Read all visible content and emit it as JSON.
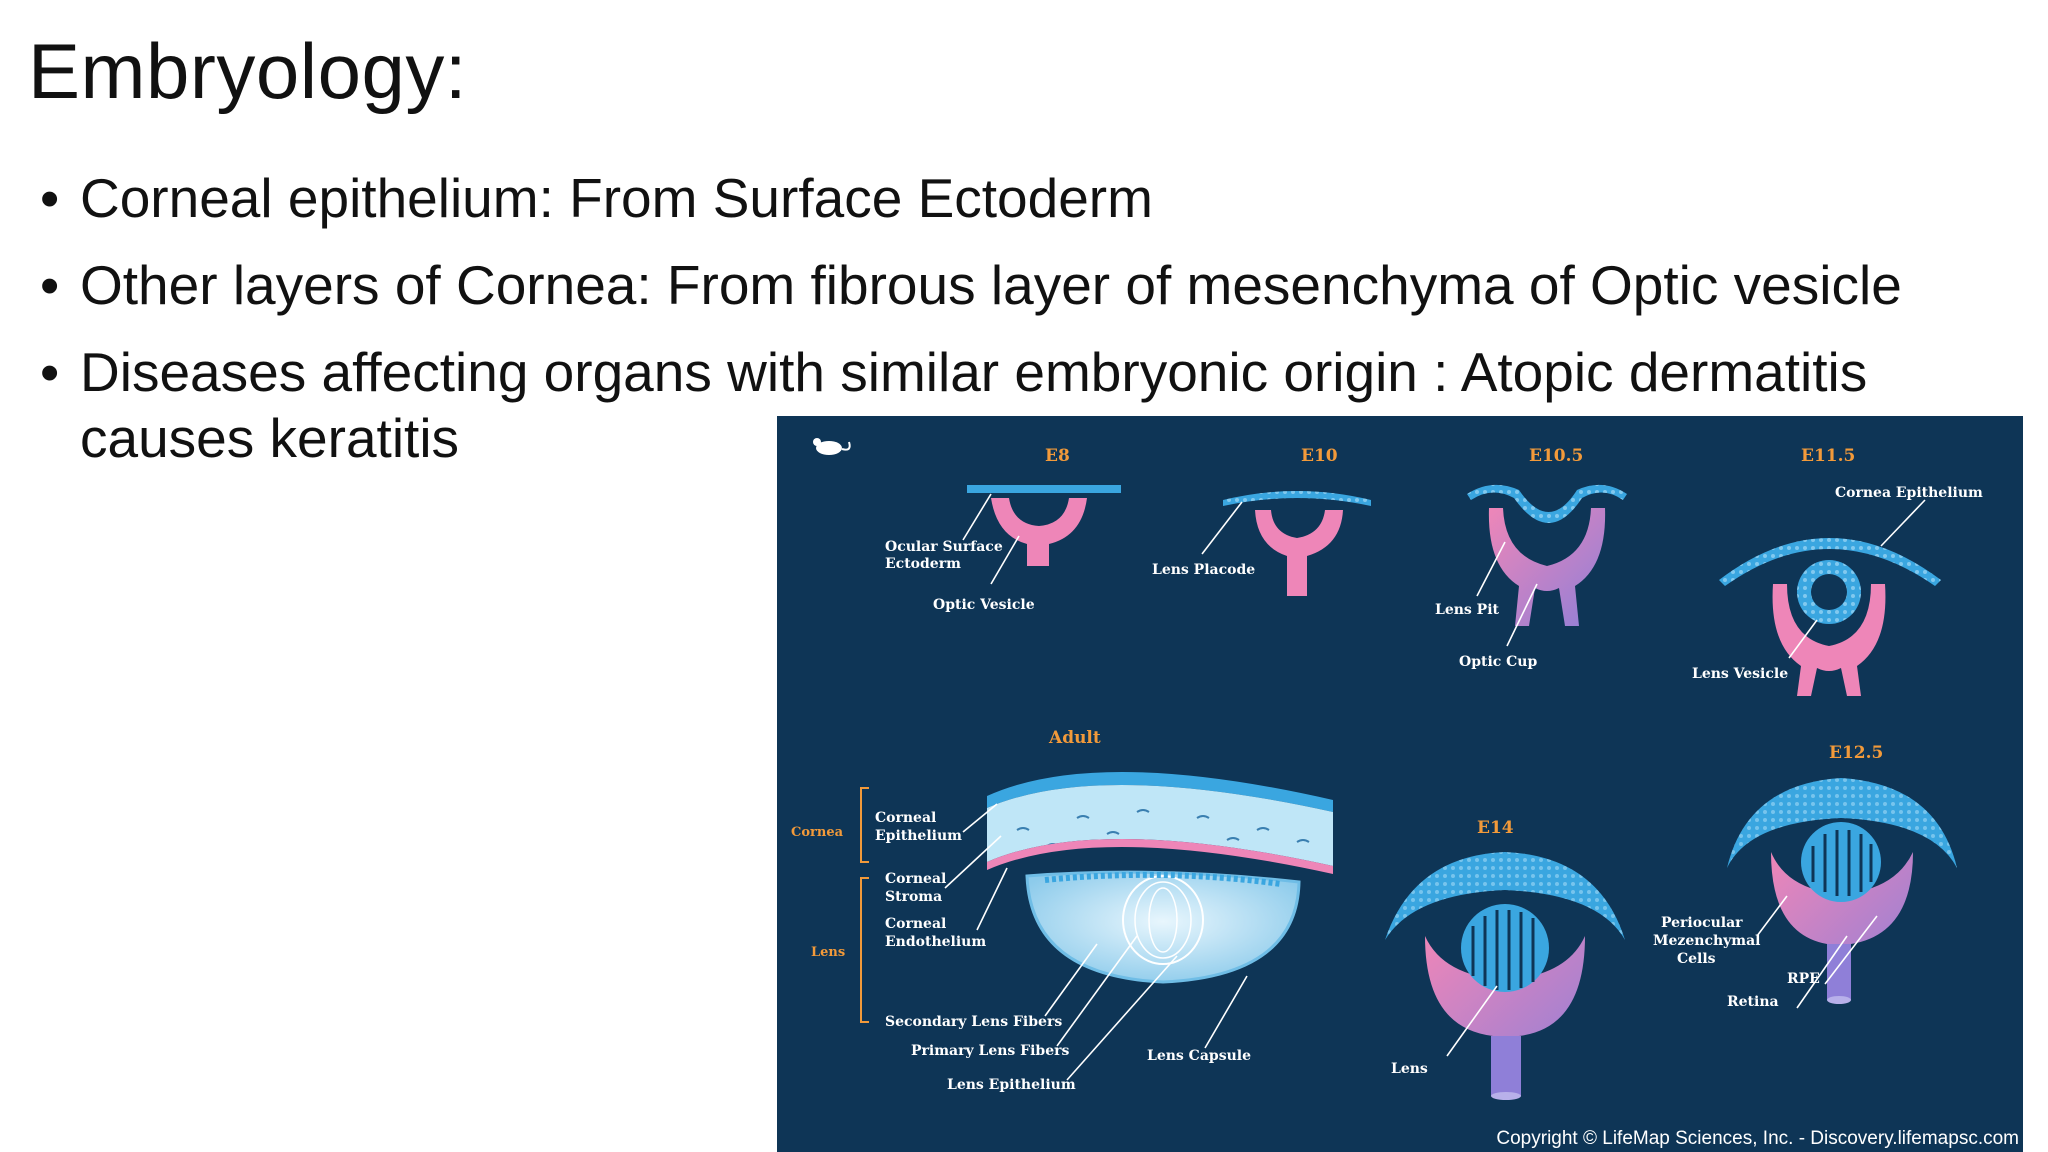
{
  "slide": {
    "title": "Embryology:",
    "bullets": [
      "Corneal epithelium: From Surface Ectoderm",
      "Other layers of Cornea: From fibrous layer of mesenchyma of Optic vesicle",
      "Diseases affecting organs with similar embryonic origin : Atopic dermatitis causes keratitis"
    ]
  },
  "figure": {
    "stages": {
      "e8": "E8",
      "e10": "E10",
      "e10_5": "E10.5",
      "e11_5": "E11.5",
      "adult": "Adult",
      "e14": "E14",
      "e12_5": "E12.5"
    },
    "labels": {
      "ocular_surface": [
        "Ocular Surface",
        "Ectoderm"
      ],
      "optic_vesicle": "Optic Vesicle",
      "lens_placode": "Lens Placode",
      "lens_pit": "Lens Pit",
      "optic_cup": "Optic Cup",
      "cornea_epithelium": "Cornea Epithelium",
      "lens_vesicle": "Lens Vesicle",
      "cornea_group": "Cornea",
      "lens_group": "Lens",
      "corneal_epithelium": [
        "Corneal",
        "Epithelium"
      ],
      "corneal_stroma": [
        "Corneal",
        "Stroma"
      ],
      "corneal_endothelium": [
        "Corneal",
        "Endothelium"
      ],
      "secondary_lens_fibers": "Secondary Lens Fibers",
      "primary_lens_fibers": "Primary Lens Fibers",
      "lens_epithelium": "Lens Epithelium",
      "lens_capsule": "Lens Capsule",
      "lens": "Lens",
      "periocular": [
        "Periocular",
        "Mezenchymal",
        "Cells"
      ],
      "rpe": "RPE",
      "retina": "Retina"
    },
    "copyright": "Copyright © LifeMap Sciences, Inc. - Discovery.lifemapsc.com",
    "colors": {
      "background": "#0e3556",
      "pink": "#ee86b8",
      "blue": "#3aa6e0",
      "stage_label": "#f29a3a"
    }
  }
}
